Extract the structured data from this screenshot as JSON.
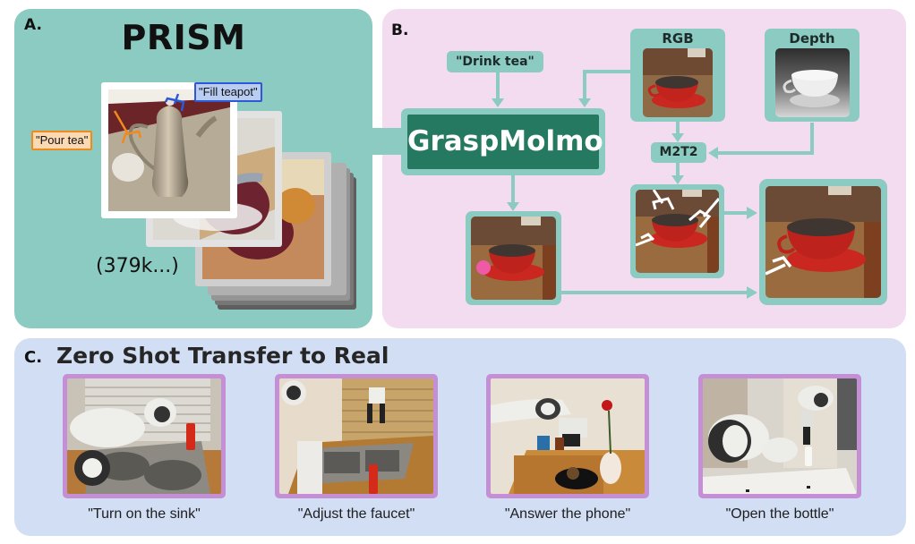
{
  "panel_a": {
    "letter": "A.",
    "title": "PRISM",
    "count": "(379k...)",
    "tags": {
      "fill_teapot": "\"Fill teapot\"",
      "pour_tea": "\"Pour tea\""
    },
    "colors": {
      "background": "#8ccbc1",
      "fill_tag": "#2d59d6",
      "pour_tag": "#f08a1d"
    }
  },
  "panel_b": {
    "letter": "B.",
    "instruction": "\"Drink tea\"",
    "model": "GraspMolmo",
    "rgb_label": "RGB",
    "depth_label": "Depth",
    "grasp_generator": "M2T2",
    "colors": {
      "background": "#f3dcf0",
      "node": "#8ccbc1",
      "model": "#267961",
      "point_marker": "#ee5aa6"
    }
  },
  "panel_c": {
    "letter": "C.",
    "title": "Zero Shot Transfer to Real",
    "examples": [
      {
        "caption": "\"Turn on the sink\"",
        "scene": "robot-arm-sink"
      },
      {
        "caption": "\"Adjust the faucet\"",
        "scene": "robot-arm-faucet"
      },
      {
        "caption": "\"Answer the phone\"",
        "scene": "robot-arm-phone"
      },
      {
        "caption": "\"Open the bottle\"",
        "scene": "robot-arm-bottle"
      }
    ],
    "colors": {
      "background": "#d1def3",
      "frame": "#c58fd6"
    }
  }
}
